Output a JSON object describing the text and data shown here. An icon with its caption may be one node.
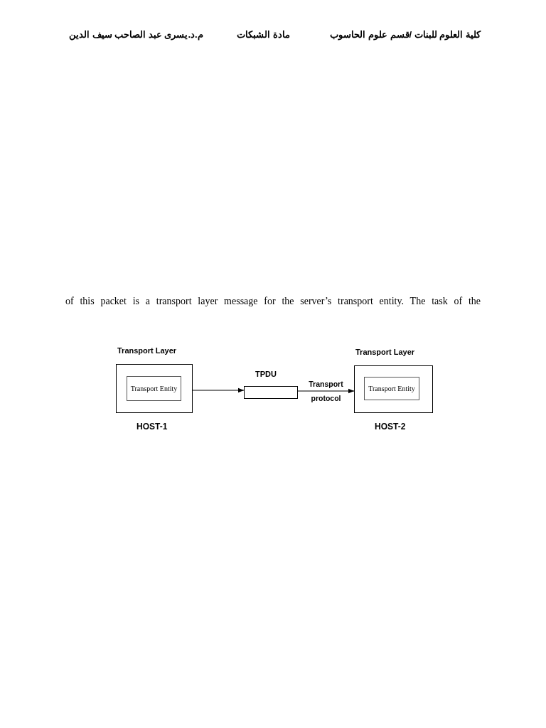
{
  "diagram": {
    "nodes": [
      {
        "text": [
          "Transport Layer"
        ],
        "beside": [
          "HOST-1"
        ]
      },
      {
        "text": [
          "Transport Entity"
        ],
        "in": 0
      },
      {
        "text": [
          "TPDU"
        ]
      },
      {
        "text": [
          "Transport Layer"
        ],
        "beside": [
          "HOST-2"
        ]
      },
      {
        "text": [
          "Transport Entity"
        ],
        "in": 3
      }
    ],
    "edges": [
      {
        "from": 0,
        "to": 2,
        "arrow": "to"
      },
      {
        "from": 2,
        "to": 3,
        "arrow": "to",
        "label": "Transport protocol"
      }
    ],
    "labels": [
      "كلية العلوم للبنات /قسم علوم الحاسوب",
      "مادة الشبكات",
      "م.د.يسرى عبد الصاحب سيف الدين",
      "of this packet is a transport layer message for the server’s transport entity. The task of the"
    ]
  }
}
